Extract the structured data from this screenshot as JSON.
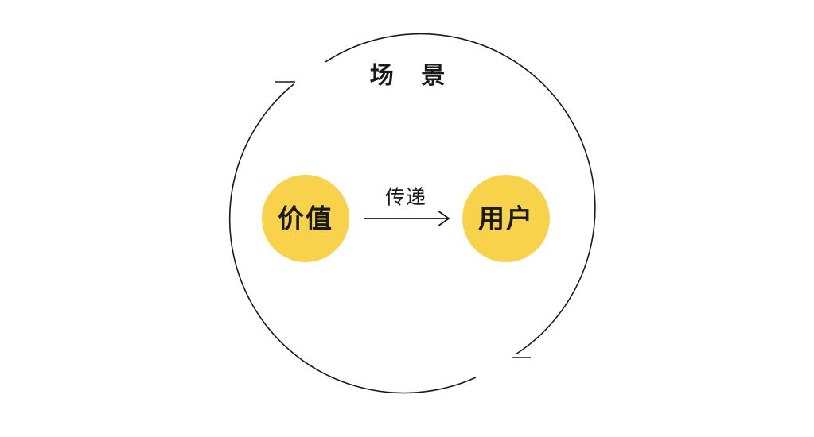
{
  "title": "场 景",
  "nodes": {
    "left": "价值",
    "right": "用户"
  },
  "edge": {
    "label": "传递"
  },
  "colors": {
    "node_fill": "#F8D24A",
    "stroke": "#1a1a1a",
    "text": "#1a1a1a"
  }
}
